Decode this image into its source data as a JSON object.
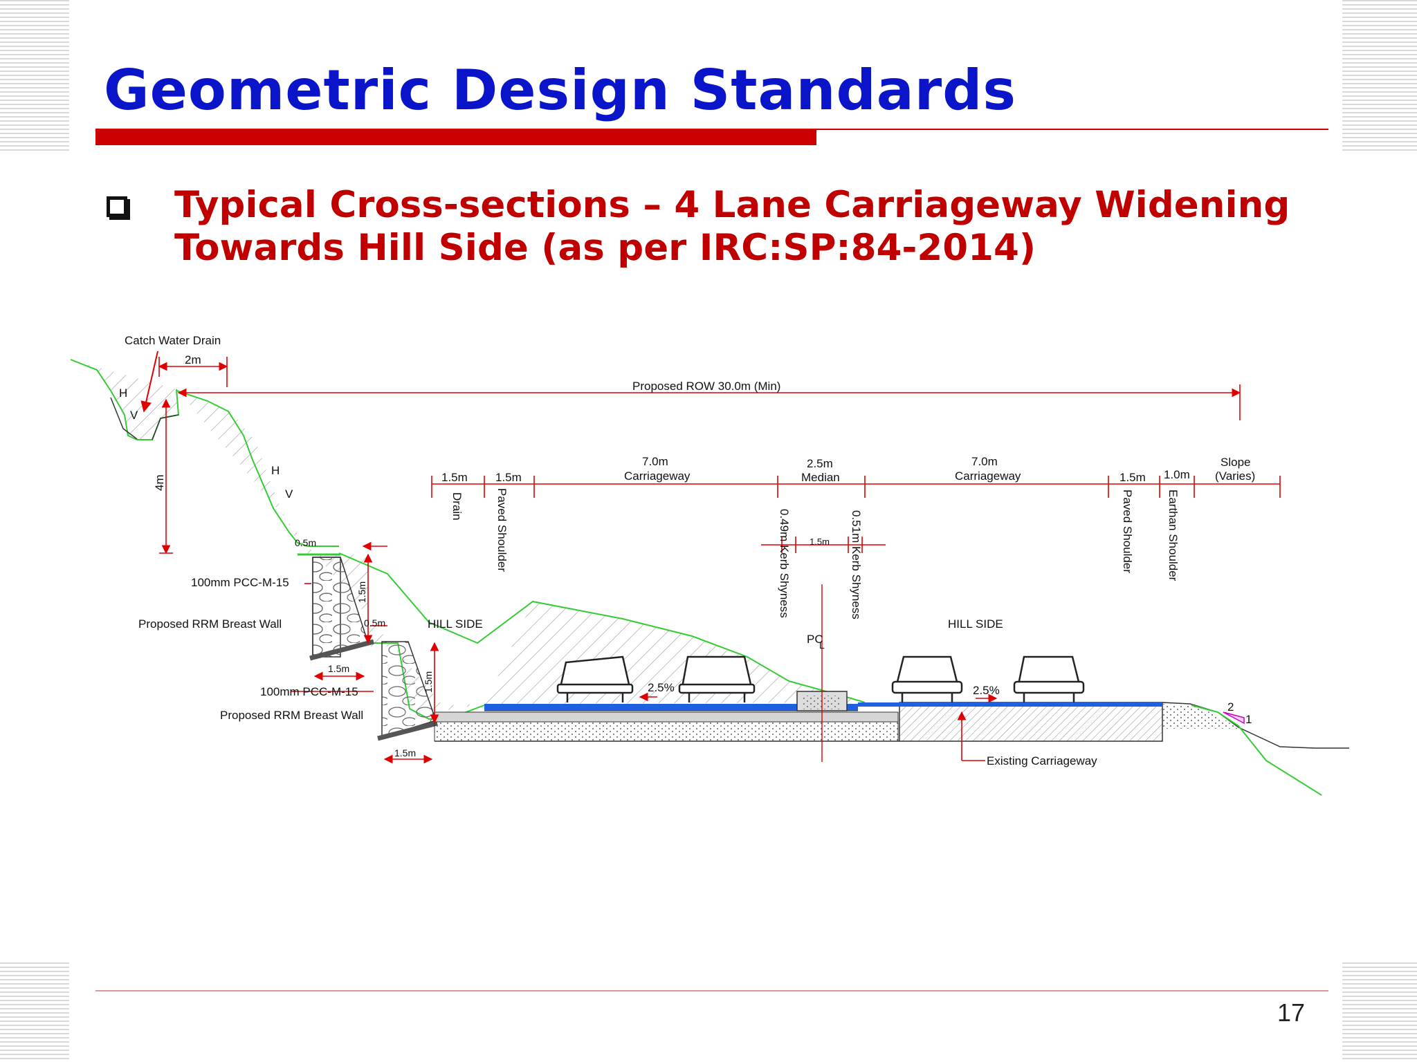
{
  "slide": {
    "title": "Geometric Design Standards",
    "subtitle_line1": "Typical Cross-sections – 4 Lane Carriageway Widening",
    "subtitle_line2": "Towards Hill Side (as per IRC:SP:84-2014)",
    "page_number": "17"
  },
  "diagram": {
    "catch_water_drain": "Catch Water Drain",
    "dim_2m": "2m",
    "proposed_row": "Proposed ROW 30.0m (Min)",
    "dim_4m": "4m",
    "slope_h": "H",
    "slope_v": "V",
    "dim_0_5m_a": "0.5m",
    "dim_0_5m_b": "0.5m",
    "dim_1_5m_wall1_h": "1.5m",
    "dim_1_5m_wall1_w": "1.5m",
    "dim_1_5m_wall2_h": "1.5m",
    "dim_1_5m_wall2_w": "1.5m",
    "pcc_label_1": "100mm PCC-M-15",
    "pcc_label_2": "100mm PCC-M-15",
    "rrm_wall_1": "Proposed RRM Breast Wall",
    "rrm_wall_2": "Proposed RRM Breast Wall",
    "hill_side_left": "HILL SIDE",
    "hill_side_right": "HILL SIDE",
    "dim_drain": "1.5m",
    "drain": "Drain",
    "dim_paved_left": "1.5m",
    "paved_shoulder_left": "Paved Shoulder",
    "carriageway_left_width": "7.0m",
    "carriageway_left": "Carriageway",
    "median_width": "2.5m",
    "median": "Median",
    "carriageway_right_width": "7.0m",
    "carriageway_right": "Carriageway",
    "dim_paved_right": "1.5m",
    "paved_shoulder_right": "Paved Shoulder",
    "dim_earthen": "1.0m",
    "earthen_shoulder": "Earthan Shoulder",
    "slope_varies_1": "Slope",
    "slope_varies_2": "(Varies)",
    "kerb_left": "0.49m Kerb Shyness",
    "kerb_mid": "1.5m",
    "kerb_right": "0.51m Kerb Shyness",
    "pcl": "PC",
    "pcl_sub": "L",
    "camber_left": "2.5%",
    "camber_right": "2.5%",
    "existing_carriageway": "Existing Carriageway",
    "slope_ratio_2": "2",
    "slope_ratio_1": "1"
  },
  "colors": {
    "title": "#0a14c8",
    "subtitle": "#c00000",
    "dimension": "#e00000",
    "ground": "#33cc33",
    "pavement_new": "#1e60e0"
  }
}
